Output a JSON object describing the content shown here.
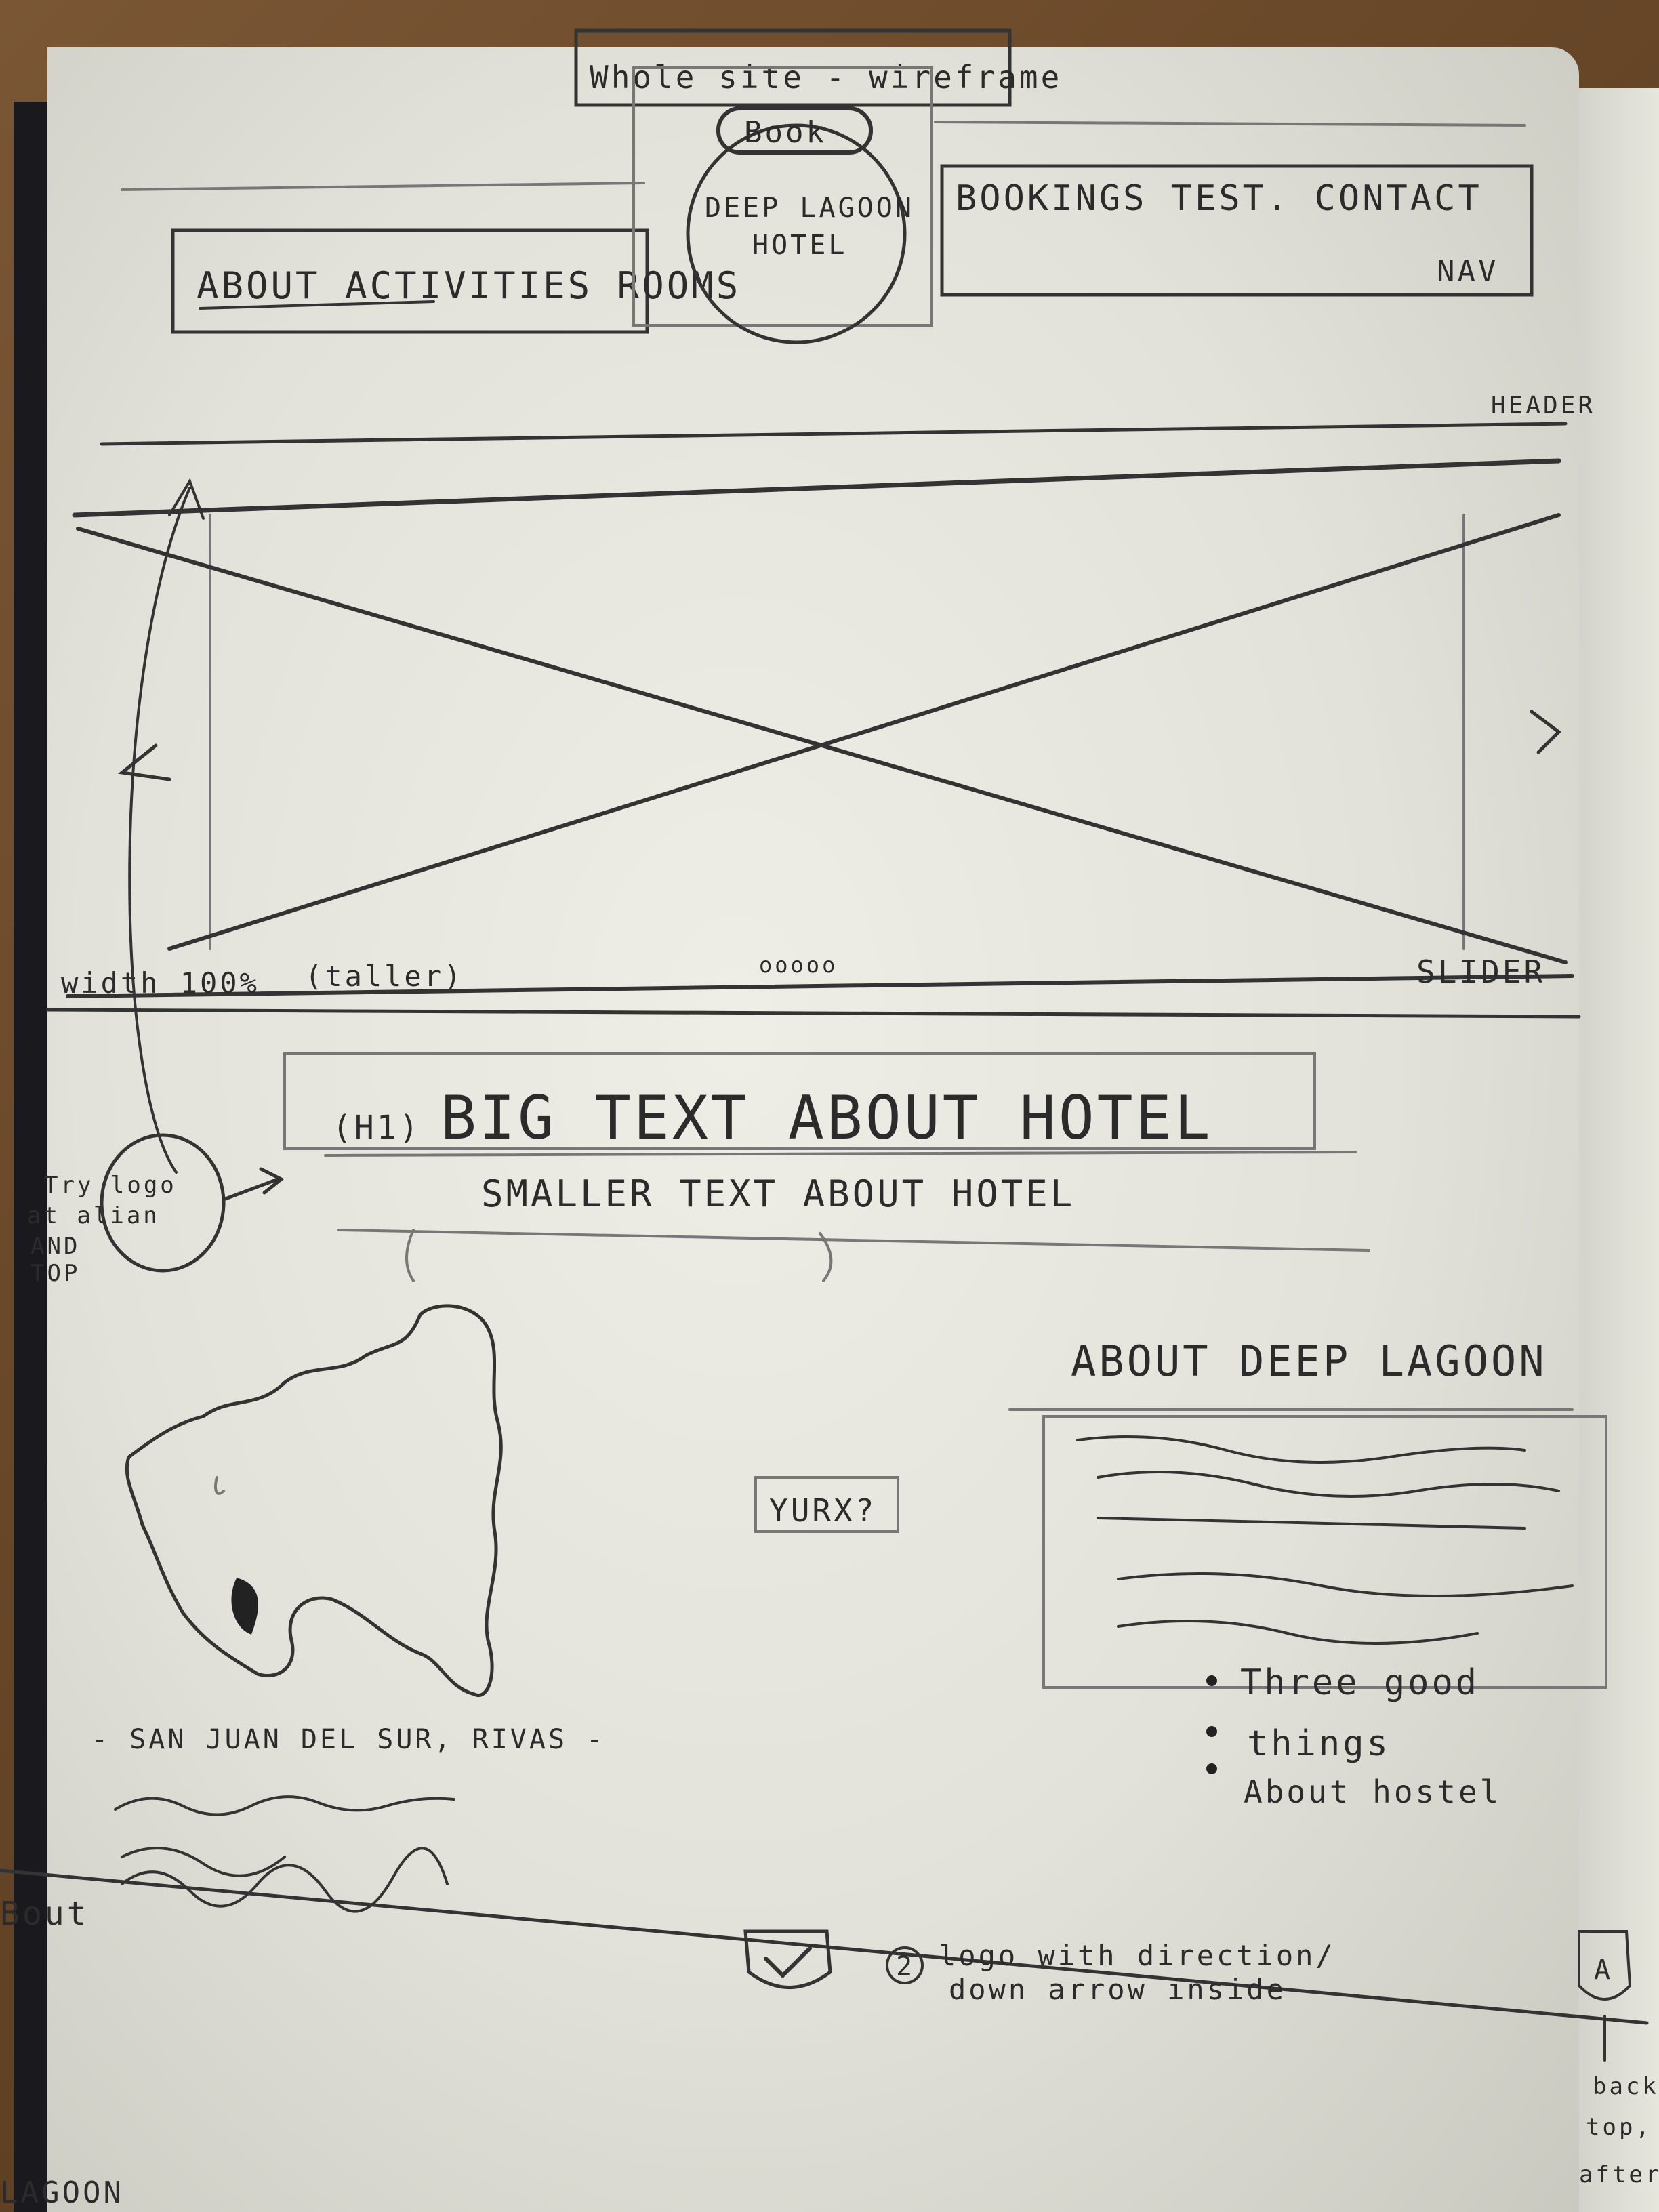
{
  "sketch": {
    "title_box": "Whole site - wireframe",
    "book_button": "Book",
    "logo_text": [
      "DEEP LAGOON",
      "HOTEL"
    ],
    "nav_left": "ABOUT ACTIVITIES ROOMS",
    "nav_right": "BOOKINGS TEST. CONTACT",
    "nav_label": "NAV",
    "header_label": "HEADER",
    "slider_left_label": "width 100%",
    "slider_mid_label": "(taller)",
    "slider_dots": "ooooo",
    "slider_label": "SLIDER",
    "big_text": "BIG TEXT ABOUT HOTEL",
    "h1_marker": "(H1)",
    "smaller_text": "SMALLER TEXT ABOUT HOTEL",
    "side_note": [
      "Try logo",
      "at alian",
      "AND",
      "TOP"
    ],
    "location": "- SAN JUAN DEL SUR, RIVAS -",
    "middle_note": "YURX?",
    "about_heading": "ABOUT DEEP LAGOON",
    "bullets": [
      "Three good",
      "things",
      "About hostel"
    ],
    "footer_note_1": "logo with direction/",
    "footer_note_2": "down arrow inside",
    "footer_number": "2",
    "footer_left": "Bout",
    "corner_bottom_left": "LAGOON",
    "corner_right_note": [
      "back",
      "top, f",
      "after"
    ],
    "top_arrow_icon": "A"
  }
}
